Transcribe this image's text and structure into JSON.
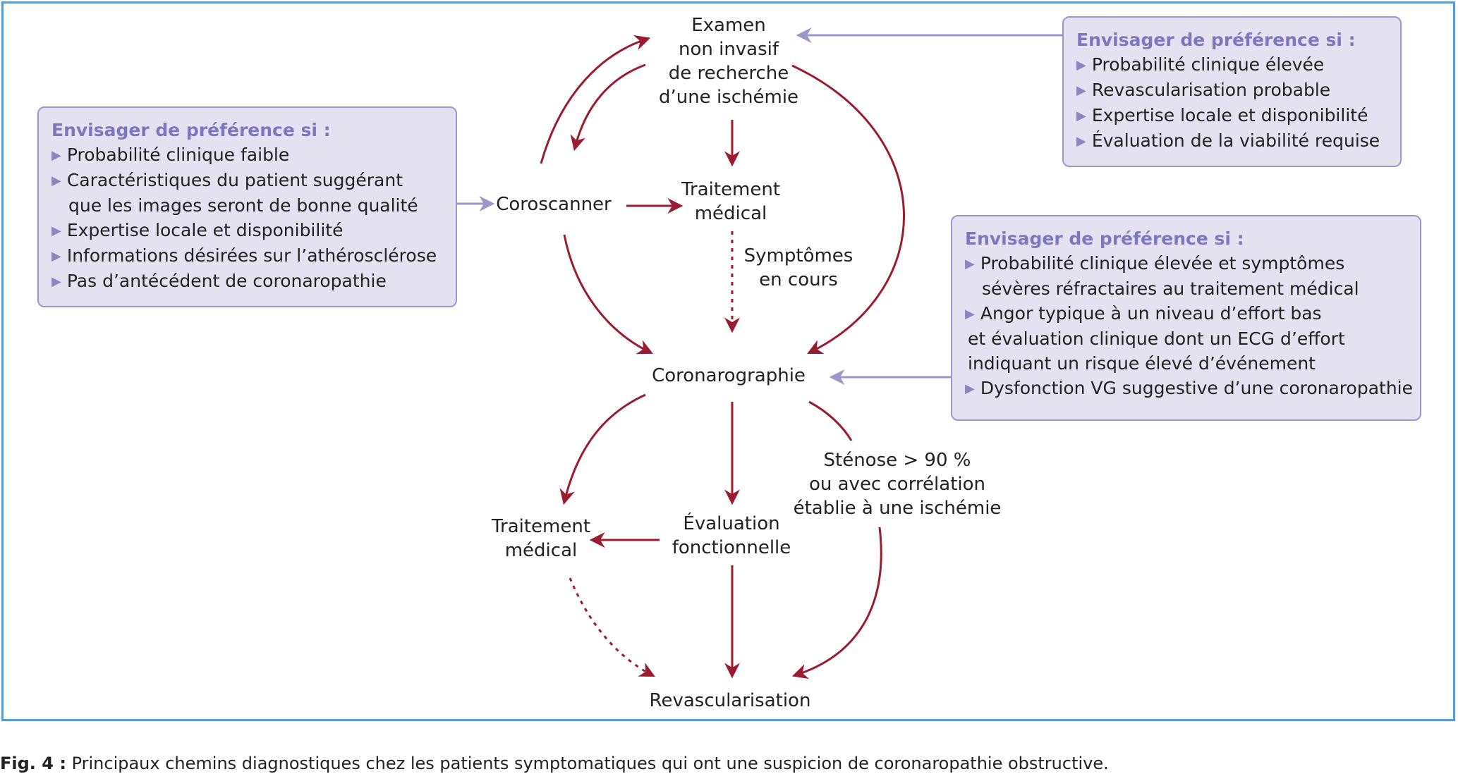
{
  "nodes": {
    "examen": [
      "Examen",
      "non invasif",
      "de recherche",
      "d’une ischémie"
    ],
    "coroscanner": [
      "Coroscanner"
    ],
    "traitement_top": [
      "Traitement",
      "médical"
    ],
    "symptomes": [
      "Symptômes",
      "en cours"
    ],
    "coronarographie": [
      "Coronarographie"
    ],
    "traitement_bottom": [
      "Traitement",
      "médical"
    ],
    "evaluation": [
      "Évaluation",
      "fonctionnelle"
    ],
    "stenose": [
      "Sténose > 90 %",
      "ou avec corrélation",
      "établie à une ischémie"
    ],
    "revascularisation": [
      "Revascularisation"
    ]
  },
  "box_left": {
    "title": "Envisager de préférence si :",
    "items": [
      [
        "Probabilité clinique faible"
      ],
      [
        "Caractéristiques du patient suggérant",
        "que les images seront de bonne qualité"
      ],
      [
        "Expertise locale et disponibilité"
      ],
      [
        "Informations désirées sur l’athérosclérose"
      ],
      [
        "Pas d’antécédent de coronaropathie"
      ]
    ]
  },
  "box_top_right": {
    "title": "Envisager de préférence si :",
    "items": [
      [
        "Probabilité clinique élevée"
      ],
      [
        "Revascularisation probable"
      ],
      [
        "Expertise locale et disponibilité"
      ],
      [
        "Évaluation de la viabilité requise"
      ]
    ]
  },
  "box_right": {
    "title": "Envisager de préférence si :",
    "items": [
      [
        "Probabilité clinique élevée et symptômes",
        "sévères réfractaires au traitement médical"
      ],
      [
        "Angor typique à un niveau d’effort bas",
        "et évaluation clinique dont un ECG d’effort",
        "indiquant un risque élevé d’événement"
      ],
      [
        "Dysfonction VG suggestive d’une coronaropathie"
      ]
    ]
  },
  "caption": {
    "label": "Fig. 4 :",
    "text": "Principaux chemins diagnostiques chez les patients symptomatiques qui ont une suspicion de coronaropathie obstructive."
  },
  "colors": {
    "arrow": "#9b1b30",
    "box_arrow": "#9b97c9",
    "box_fill": "#e4e2f1",
    "box_title": "#7d77bd",
    "frame": "#5b9bd5"
  },
  "icons": {
    "bullet": "triangle-right-icon"
  }
}
